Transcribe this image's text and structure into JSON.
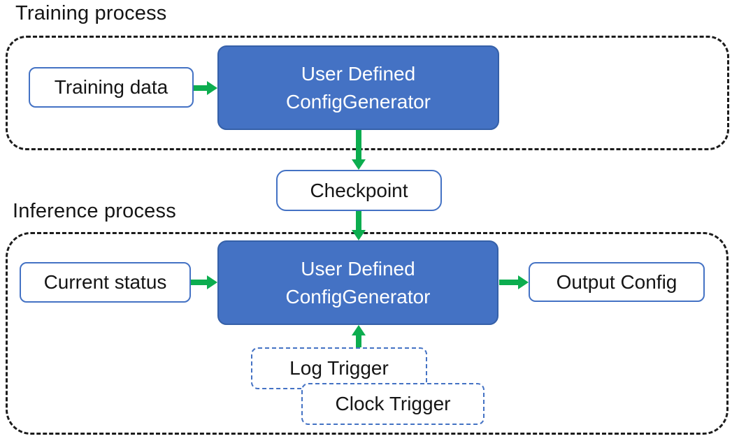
{
  "colors": {
    "generator_fill": "#4472C4",
    "generator_border": "#3560A8",
    "outline_blue": "#4472C4",
    "arrow_green": "#0CAD4F",
    "dash_black": "#1C1C1C",
    "text_dark": "#151515",
    "text_light": "#FFFFFF",
    "background": "#FFFFFF"
  },
  "training": {
    "title": "Training process",
    "input_label": "Training data",
    "generator": {
      "line1": "User Defined",
      "line2": "ConfigGenerator"
    }
  },
  "checkpoint": {
    "label": "Checkpoint"
  },
  "inference": {
    "title": "Inference process",
    "input_label": "Current status",
    "generator": {
      "line1": "User Defined",
      "line2": "ConfigGenerator"
    },
    "output_label": "Output Config",
    "log_trigger": "Log Trigger",
    "clock_trigger": "Clock Trigger"
  }
}
